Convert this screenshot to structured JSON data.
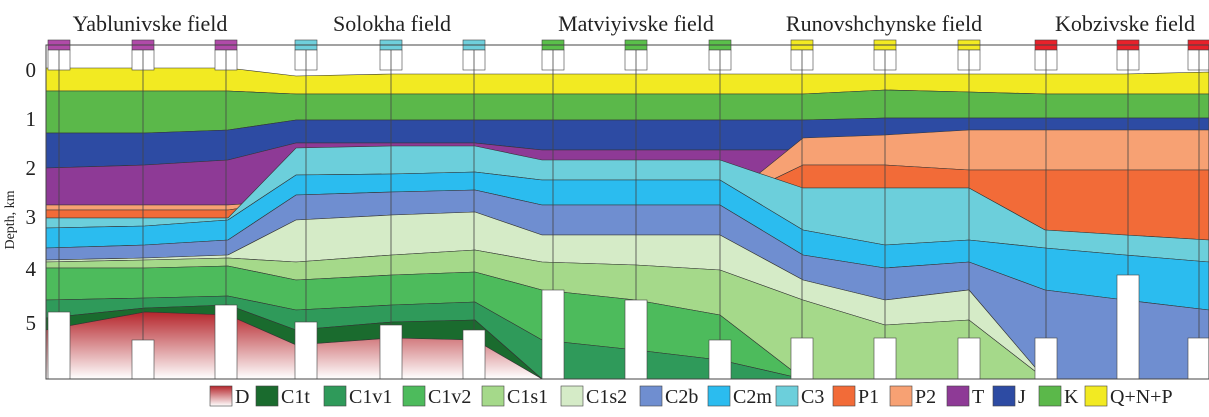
{
  "fields": [
    {
      "name": "Yablunivske field",
      "marker_color": "#b04aa8",
      "wells": 3
    },
    {
      "name": "Solokha field",
      "marker_color": "#6fcfdc",
      "wells": 3
    },
    {
      "name": "Matviyivske field",
      "marker_color": "#5abf4a",
      "wells": 3
    },
    {
      "name": "Runovshchynske field",
      "marker_color": "#f2ea22",
      "wells": 3
    },
    {
      "name": "Kobzivske field",
      "marker_color": "#e8212a",
      "wells": 3
    }
  ],
  "y_axis": {
    "title": "Depth, km",
    "ticks": [
      "0",
      "1",
      "2",
      "3",
      "4",
      "5"
    ],
    "range_km": [
      -0.6,
      6.2
    ]
  },
  "legend": [
    {
      "code": "D",
      "label": "D",
      "color": "#b5262c"
    },
    {
      "code": "C1t",
      "label": "C1t",
      "color": "#1a6b2e"
    },
    {
      "code": "C1v1",
      "label": "C1v1",
      "color": "#2f9a5a"
    },
    {
      "code": "C1v2",
      "label": "C1v2",
      "color": "#4dbb5c"
    },
    {
      "code": "C1s1",
      "label": "C1s1",
      "color": "#a5d98a"
    },
    {
      "code": "C1s2",
      "label": "C1s2",
      "color": "#d5ebc7"
    },
    {
      "code": "C2b",
      "label": "C2b",
      "color": "#6f8ed0"
    },
    {
      "code": "C2m",
      "label": "C2m",
      "color": "#2bbcef"
    },
    {
      "code": "C3",
      "label": "C3",
      "color": "#6ccfdb"
    },
    {
      "code": "P1",
      "label": "P1",
      "color": "#f26b38"
    },
    {
      "code": "P2",
      "label": "P2",
      "color": "#f7a173"
    },
    {
      "code": "T",
      "label": "T",
      "color": "#8e3a96"
    },
    {
      "code": "J",
      "label": "J",
      "color": "#2d4ba3"
    },
    {
      "code": "K",
      "label": "K",
      "color": "#5bb84a"
    },
    {
      "code": "Q+N+P",
      "label": "Q+N+P",
      "color": "#f2ea22"
    }
  ]
}
